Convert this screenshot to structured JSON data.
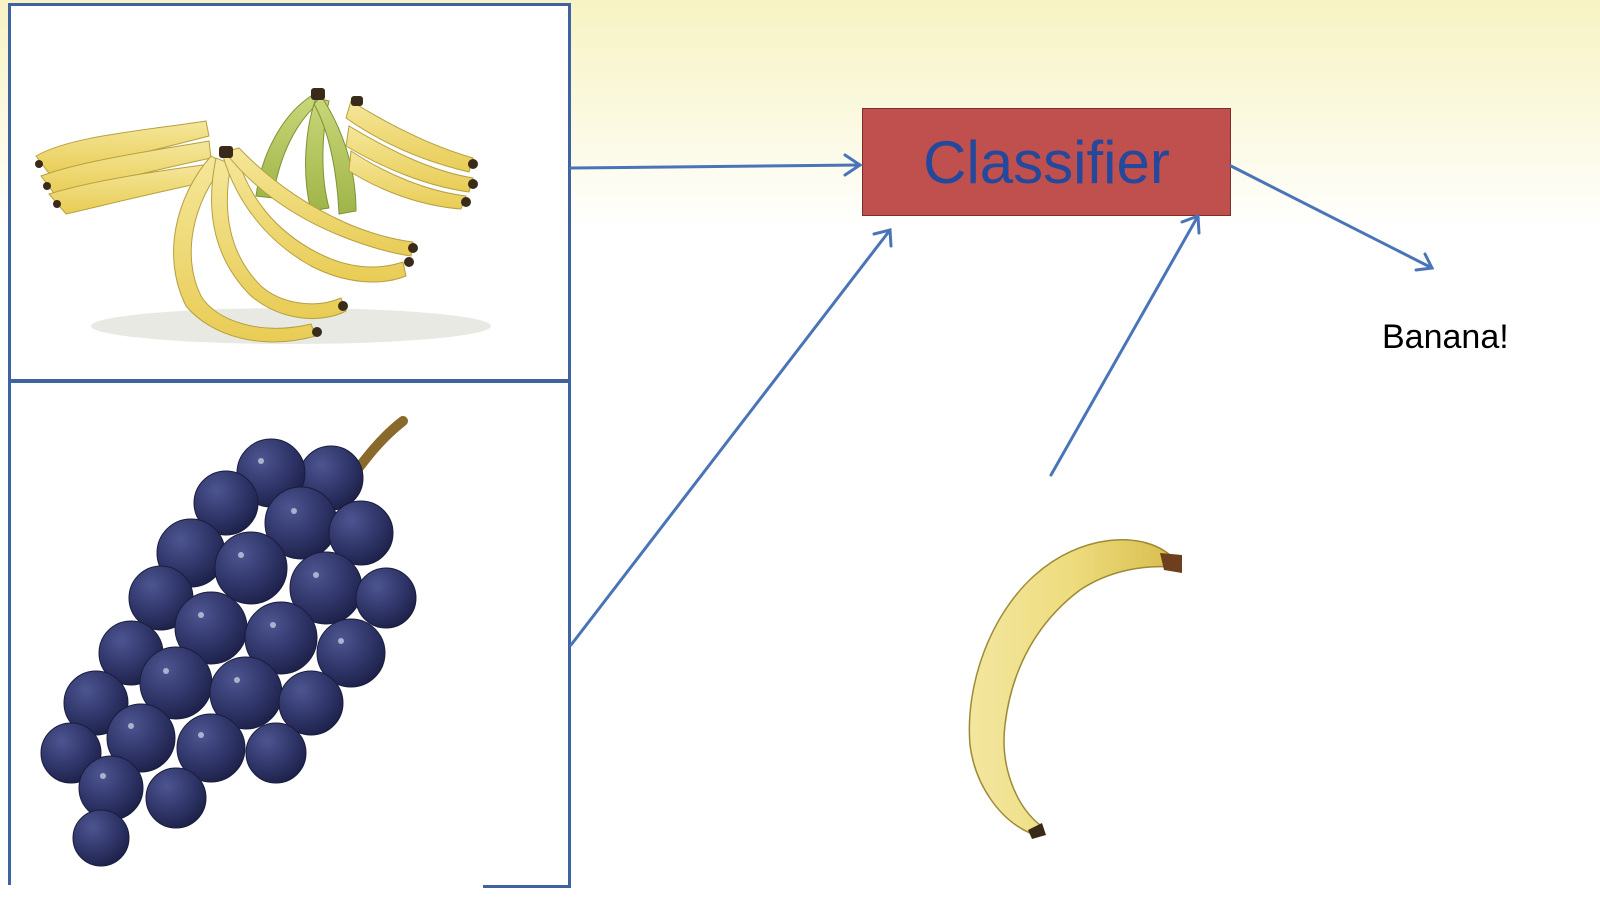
{
  "classifier": {
    "label": "Classifier"
  },
  "output": {
    "label": "Banana!"
  },
  "colors": {
    "arrow": "#4a74b8",
    "box_fill": "#c0504d",
    "box_text": "#23489c",
    "panel_border": "#3f63a0"
  },
  "images": [
    "banana-bunches-image",
    "grapes-image",
    "single-banana-image"
  ]
}
